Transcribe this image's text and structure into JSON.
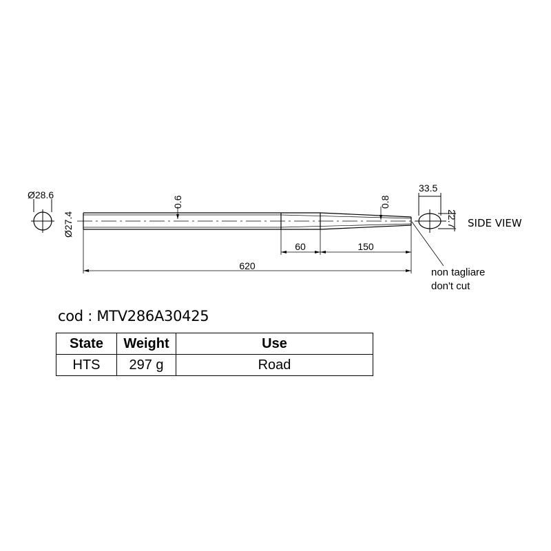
{
  "drawing": {
    "dims": {
      "diameter_left": "Ø28.6",
      "diameter_inner": "Ø27.4",
      "wall_left": "0.6",
      "wall_right": "0.8",
      "width_right": "33.5",
      "height_right": "22.7",
      "len_60": "60",
      "len_150": "150",
      "len_total": "620"
    },
    "side_view_label": "SIDE VIEW",
    "note_it": "non tagliare",
    "note_en": "don't cut"
  },
  "product": {
    "code_line": "cod : MTV286A30425"
  },
  "spec_table": {
    "headers": [
      "State",
      "Weight",
      "Use"
    ],
    "rows": [
      [
        "HTS",
        "297 g",
        "Road"
      ]
    ]
  }
}
